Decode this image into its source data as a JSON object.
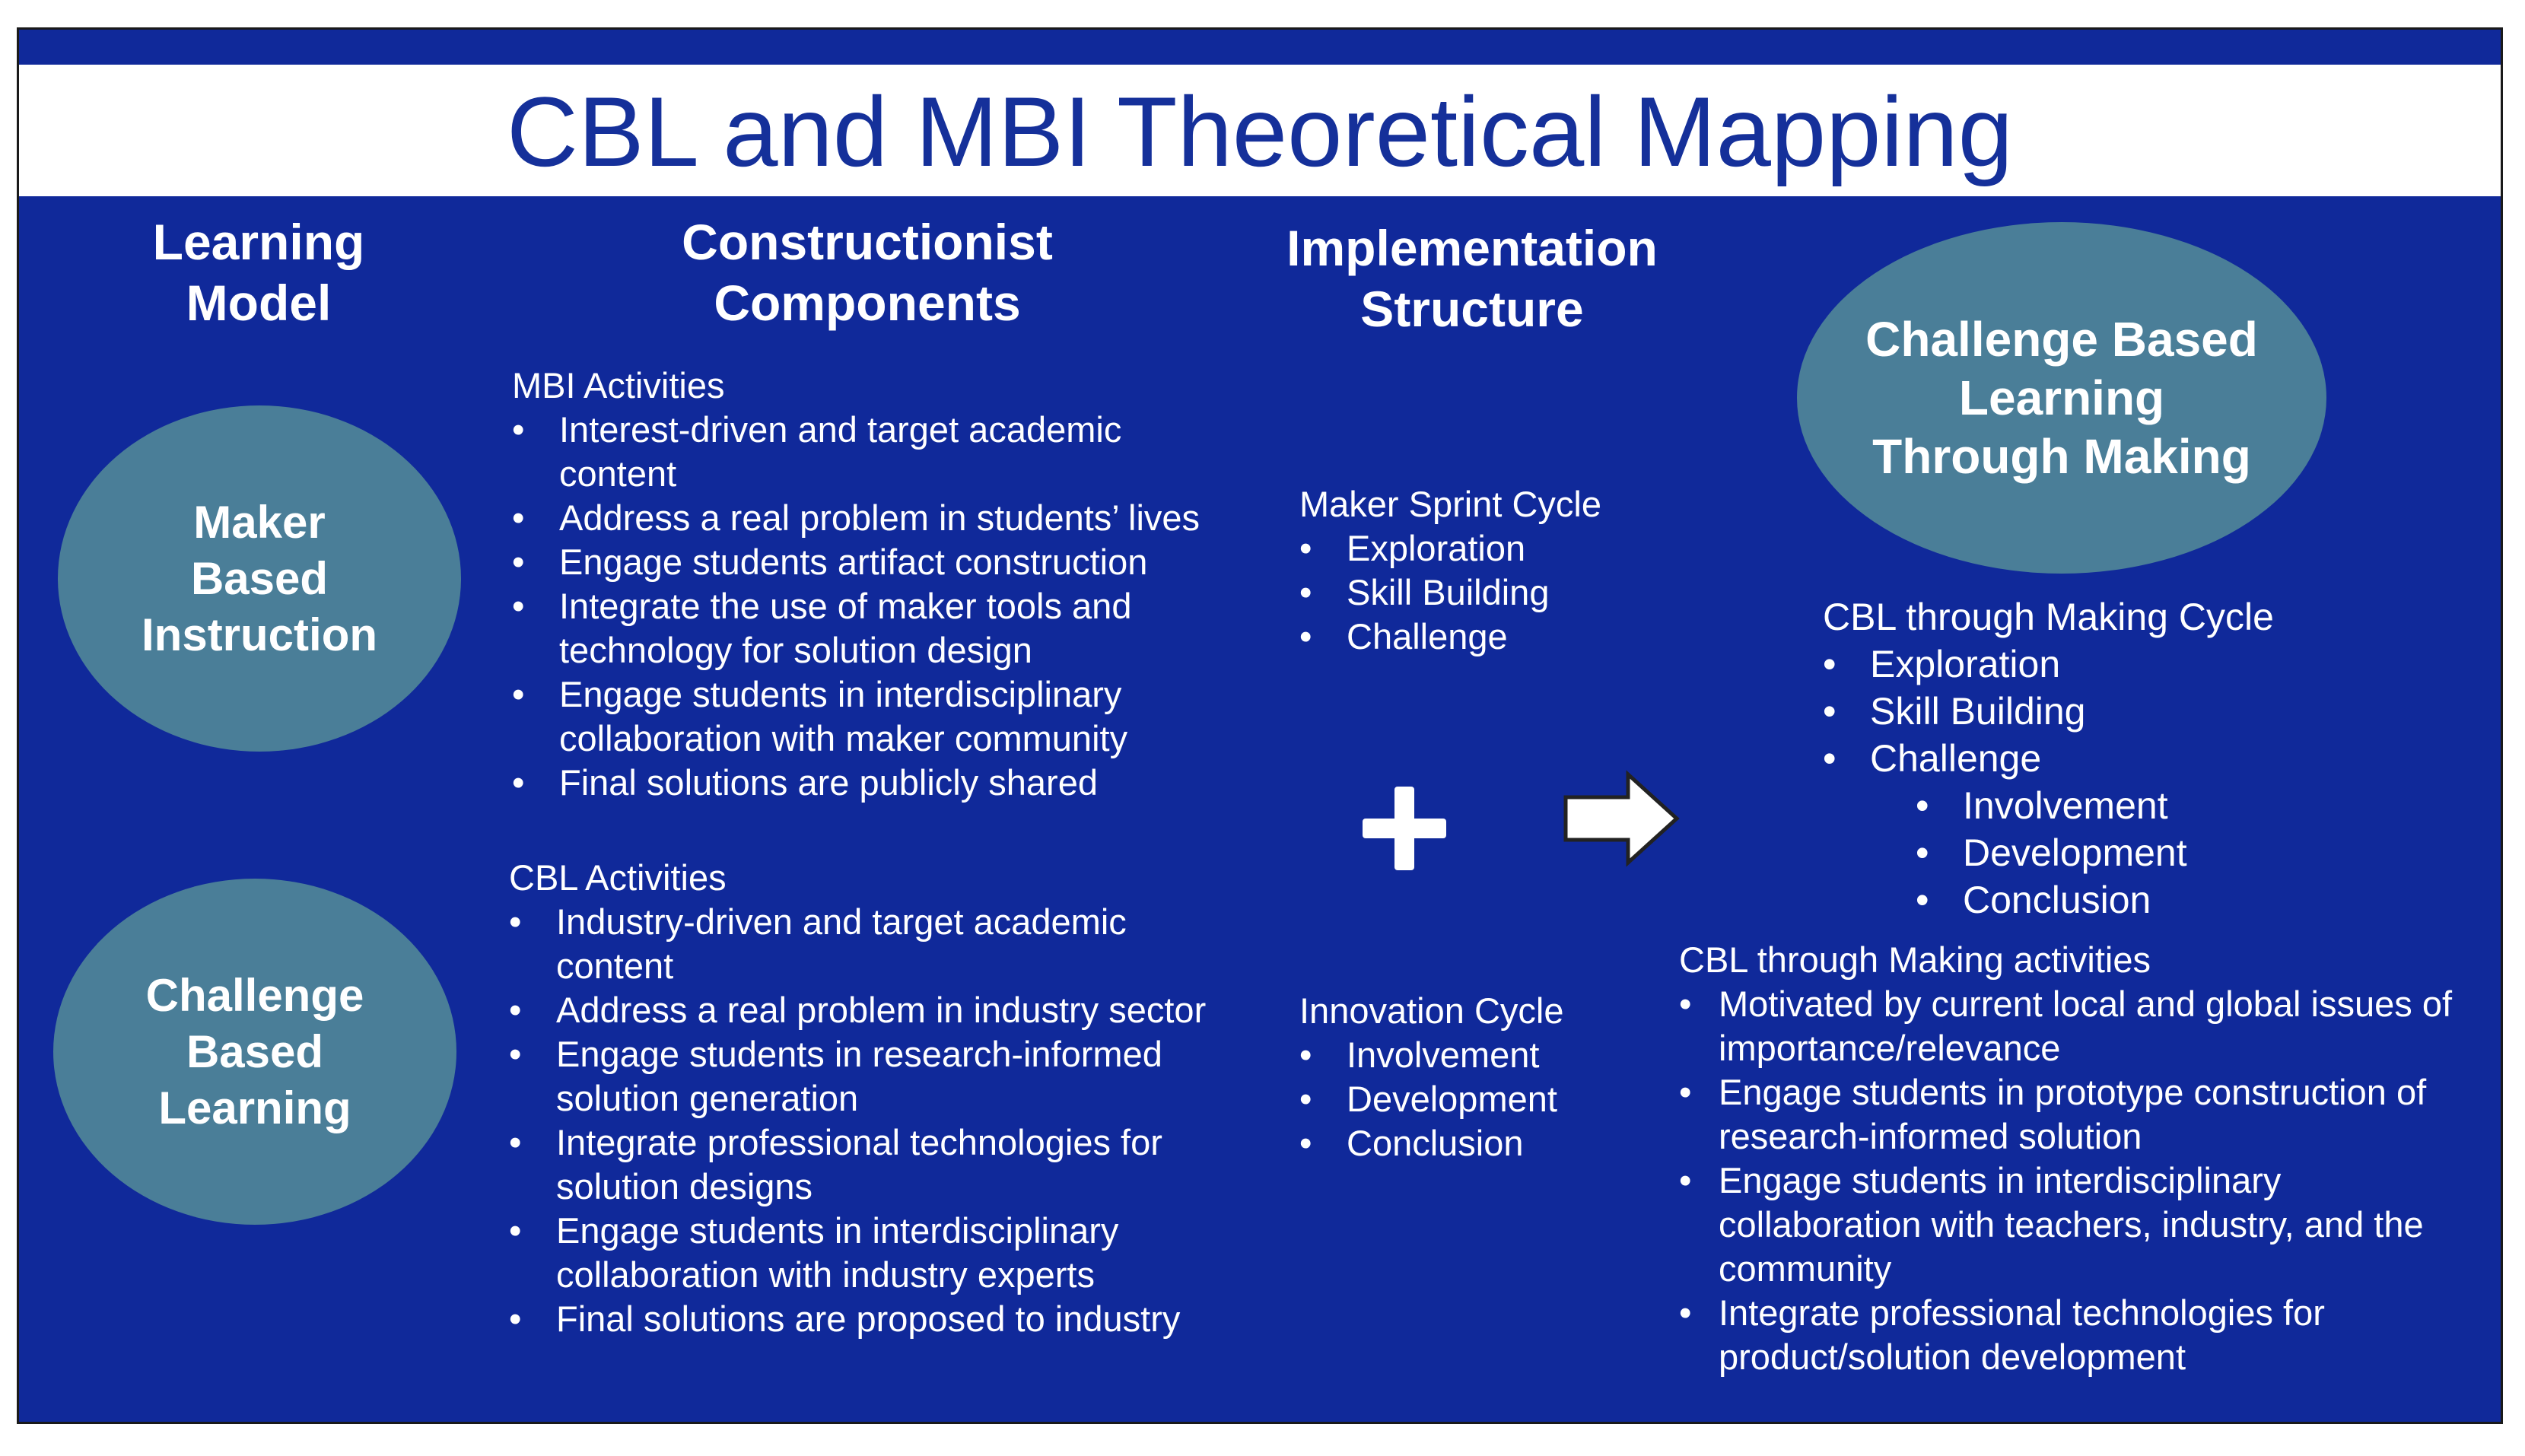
{
  "title": "CBL and MBI Theoretical Mapping",
  "colors": {
    "panel": "#10299a",
    "ellipse": "#4a7e98",
    "title": "#15309a",
    "text": "#ffffff"
  },
  "headings": {
    "learning_model": [
      "Learning",
      "Model"
    ],
    "constructionist": [
      "Constructionist",
      "Components"
    ],
    "implementation": [
      "Implementation",
      "Structure"
    ]
  },
  "models": {
    "mbi": [
      "Maker",
      "Based",
      "Instruction"
    ],
    "cbl": [
      "Challenge",
      "Based",
      "Learning"
    ],
    "result": [
      "Challenge Based",
      "Learning",
      "Through Making"
    ]
  },
  "mbi_activities": {
    "title": "MBI Activities",
    "items": [
      [
        "Interest-driven and target academic",
        "content"
      ],
      [
        "Address a real problem in students’ lives"
      ],
      [
        "Engage students artifact construction"
      ],
      [
        "Integrate the use of maker tools and",
        "technology for solution design"
      ],
      [
        "Engage students in interdisciplinary",
        "collaboration with maker community"
      ],
      [
        "Final solutions are publicly shared"
      ]
    ]
  },
  "cbl_activities": {
    "title": "CBL Activities",
    "items": [
      [
        "Industry-driven and target academic",
        "content"
      ],
      [
        "Address a real problem in industry sector"
      ],
      [
        "Engage students in research-informed",
        "solution generation"
      ],
      [
        "Integrate professional technologies for",
        "solution designs"
      ],
      [
        "Engage students in interdisciplinary",
        "collaboration with industry experts"
      ],
      [
        "Final solutions are proposed to industry"
      ]
    ]
  },
  "maker_sprint": {
    "title": "Maker Sprint Cycle",
    "items": [
      "Exploration",
      "Skill Building",
      "Challenge"
    ]
  },
  "innovation_cycle": {
    "title": "Innovation Cycle",
    "items": [
      "Involvement",
      "Development",
      "Conclusion"
    ]
  },
  "making_cycle": {
    "title": "CBL through Making Cycle",
    "items": [
      "Exploration",
      "Skill Building",
      "Challenge"
    ],
    "sub_items": [
      "Involvement",
      "Development",
      "Conclusion"
    ]
  },
  "making_activities": {
    "title": "CBL through Making activities",
    "items": [
      [
        "Motivated by current local and global issues of",
        "importance/relevance"
      ],
      [
        "Engage students in prototype construction of",
        "research-informed solution"
      ],
      [
        "Engage students in interdisciplinary",
        "collaboration with teachers, industry, and the",
        "community"
      ],
      [
        "Integrate professional technologies for",
        "product/solution development"
      ]
    ]
  }
}
